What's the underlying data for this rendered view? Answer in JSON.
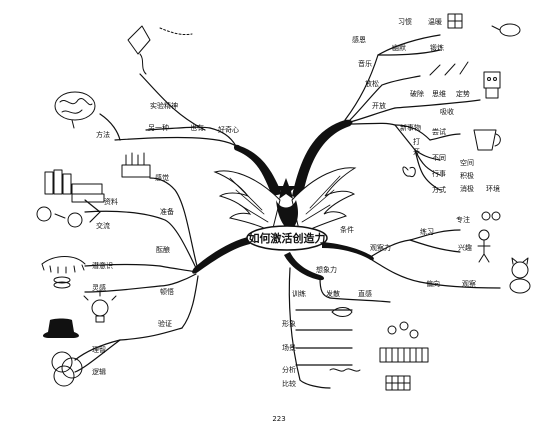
{
  "center": {
    "title": "如何激活创造力"
  },
  "branches": {
    "top_left": [
      "方法",
      "另一种",
      "也有",
      "好奇心",
      "实验精神"
    ],
    "left": [
      "感觉",
      "准备",
      "资料",
      "交流",
      "酝酿",
      "潜意识",
      "顿悟",
      "灵感",
      "验证",
      "理智",
      "逻辑"
    ],
    "top_right": [
      "感恩",
      "习惯",
      "温暖",
      "幽默",
      "锻炼",
      "音乐",
      "放松",
      "开放",
      "破除",
      "思维",
      "定势",
      "新事物",
      "吸收",
      "尝试",
      "不同",
      "行事",
      "方式",
      "打",
      "开",
      "空间",
      "积极",
      "消极",
      "环境"
    ],
    "right": [
      "条件",
      "观察力",
      "练习",
      "专注",
      "兴趣",
      "偏向",
      "观察"
    ],
    "bottom": [
      "想象力",
      "训练",
      "发散",
      "直感",
      "形象",
      "场景",
      "分析",
      "比较"
    ]
  },
  "footer": {
    "page_number": "223"
  }
}
